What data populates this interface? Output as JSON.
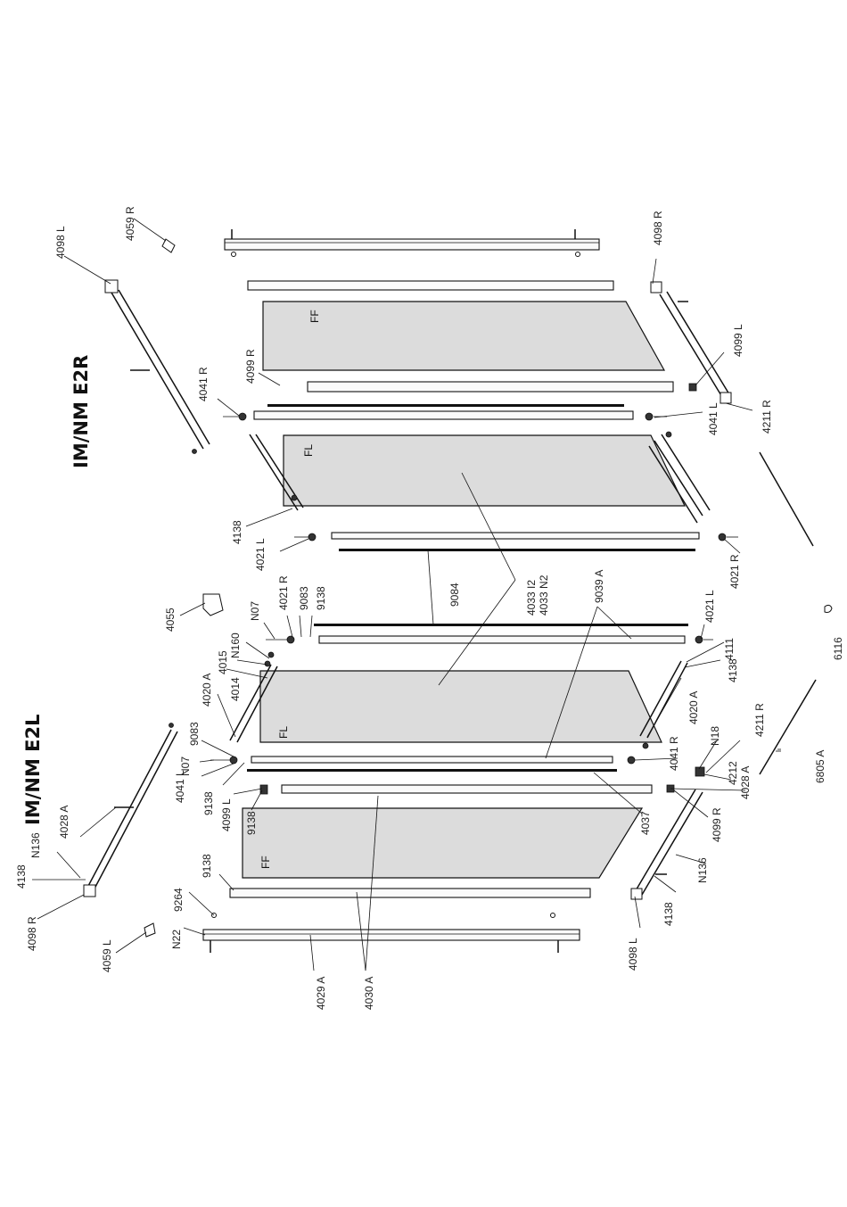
{
  "titles": {
    "right": "IM/NM E2R",
    "left": "IM/NM E2L"
  },
  "panel_labels": {
    "ff_right": "FF",
    "fl_right": "FL",
    "fl_left": "FL",
    "ff_left": "FF"
  },
  "labels": {
    "p4098L_top": "4098 L",
    "p4059R": "4059 R",
    "p4041R_top": "4041 R",
    "p4099R_top": "4099 R",
    "p4098R_right": "4098 R",
    "p4099L_right": "4099 L",
    "p4041L_right": "4041 L",
    "p4211R_top": "4211 R",
    "p4138_top": "4138",
    "p4021L_top": "4021 L",
    "p4021R_top": "4021 R",
    "p9084": "9084",
    "p4033": "4033 I2",
    "p4033N2": "4033 N2",
    "p9039A": "9039 A",
    "p4021R_mid": "4021 R",
    "p9083_mid": "9083",
    "p9138_mid": "9138",
    "pN07_mid": "N07",
    "p4055": "4055",
    "p4021L_mid": "4021 L",
    "p4111": "4111",
    "p4138_mid": "4138",
    "pN160": "N160",
    "p4015": "4015",
    "p4014": "4014",
    "p4020A_left": "4020 A",
    "p4020A_right": "4020 A",
    "p6116": "6116",
    "p9083_left": "9083",
    "pN07_left": "N07",
    "p4041L_left": "4041 L",
    "p9138_left1": "9138",
    "p4099L_left": "4099 L",
    "p9138_left2": "9138",
    "p4041R_left": "4041 R",
    "pN18": "N18",
    "p4211R_bottom": "4211 R",
    "p4212": "4212",
    "p4028A_right": "4028 A",
    "p4099R_bottom": "4099 R",
    "p4037": "4037",
    "p6805A": "6805 A",
    "p4028A_left": "4028 A",
    "pN136_left": "N136",
    "p4138_left": "4138",
    "p4098R_left": "4098 R",
    "p9138_left3": "9138",
    "p9264": "9264",
    "pN22": "N22",
    "p4059L": "4059 L",
    "pN136_right": "N136",
    "p4138_bottom": "4138",
    "p4098L_bottom": "4098 L",
    "p4029A": "4029 A",
    "p4030A": "4030 A"
  }
}
